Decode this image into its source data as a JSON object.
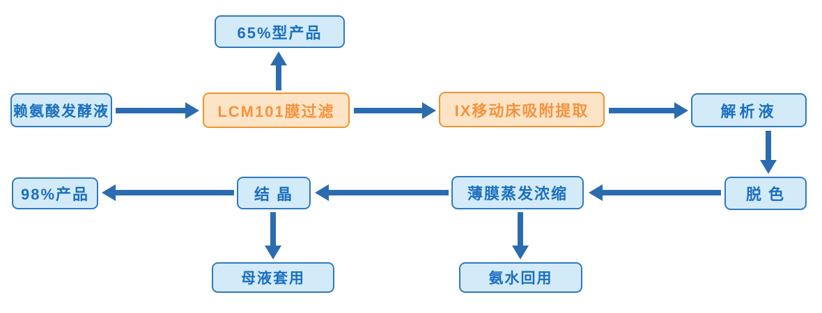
{
  "colors": {
    "blue_fill": "#d3eaf8",
    "blue_border": "#2e79bd",
    "blue_text": "#1a6fbf",
    "orange_fill": "#fde4c6",
    "orange_border": "#f0932f",
    "orange_text": "#f5923d",
    "arrow": "#2b6cb0"
  },
  "diagram": {
    "type": "process-flowchart",
    "nodes": {
      "feed": {
        "label": "赖氨酸发酵液",
        "style": "blue"
      },
      "product65": {
        "label": "65%型产品",
        "style": "blue"
      },
      "membrane": {
        "label": "LCM101膜过滤",
        "style": "orange"
      },
      "ix": {
        "label": "IX移动床吸附提取",
        "style": "orange"
      },
      "analyte": {
        "label": "解析液",
        "style": "blue"
      },
      "decolor": {
        "label": "脱 色",
        "style": "blue"
      },
      "evap": {
        "label": "薄膜蒸发浓缩",
        "style": "blue"
      },
      "crystal": {
        "label": "结 晶",
        "style": "blue"
      },
      "product98": {
        "label": "98%产品",
        "style": "blue"
      },
      "mother": {
        "label": "母液套用",
        "style": "blue"
      },
      "ammonia": {
        "label": "氨水回用",
        "style": "blue"
      }
    },
    "edges": [
      {
        "from": "feed",
        "to": "membrane",
        "direction": "right"
      },
      {
        "from": "membrane",
        "to": "product65",
        "direction": "up"
      },
      {
        "from": "membrane",
        "to": "ix",
        "direction": "right"
      },
      {
        "from": "ix",
        "to": "analyte",
        "direction": "right"
      },
      {
        "from": "analyte",
        "to": "decolor",
        "direction": "down"
      },
      {
        "from": "decolor",
        "to": "evap",
        "direction": "left"
      },
      {
        "from": "evap",
        "to": "crystal",
        "direction": "left"
      },
      {
        "from": "crystal",
        "to": "product98",
        "direction": "left"
      },
      {
        "from": "crystal",
        "to": "mother",
        "direction": "down"
      },
      {
        "from": "evap",
        "to": "ammonia",
        "direction": "down"
      }
    ]
  }
}
